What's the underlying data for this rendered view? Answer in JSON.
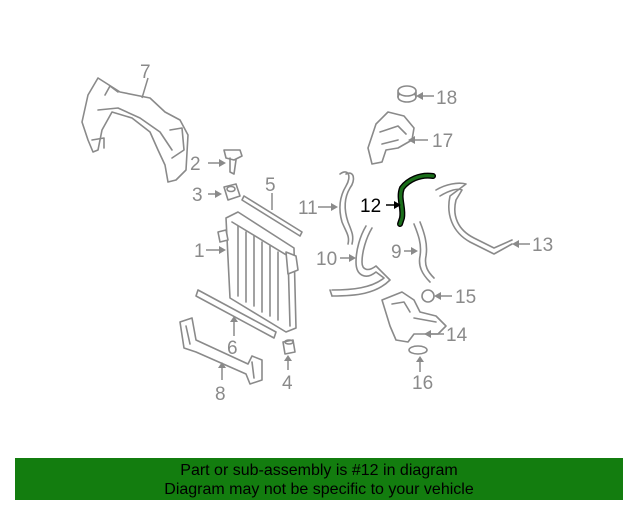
{
  "diagram": {
    "highlight_color": "#1a6e1a",
    "callouts": [
      "1",
      "2",
      "3",
      "4",
      "5",
      "6",
      "7",
      "8",
      "9",
      "10",
      "11",
      "12",
      "13",
      "14",
      "15",
      "16",
      "17",
      "18"
    ],
    "highlighted_part": "12"
  },
  "banner": {
    "line1": "Part or sub-assembly is #12 in diagram",
    "line2": "Diagram may not be specific to your vehicle",
    "background": "#137d0f"
  }
}
